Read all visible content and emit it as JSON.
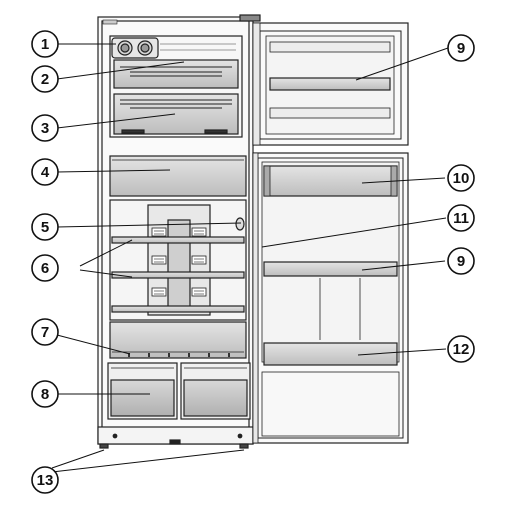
{
  "callouts": [
    {
      "id": "c1",
      "label": "1"
    },
    {
      "id": "c2",
      "label": "2"
    },
    {
      "id": "c3",
      "label": "3"
    },
    {
      "id": "c4",
      "label": "4"
    },
    {
      "id": "c5",
      "label": "5"
    },
    {
      "id": "c6",
      "label": "6"
    },
    {
      "id": "c7",
      "label": "7"
    },
    {
      "id": "c8",
      "label": "8"
    },
    {
      "id": "c9a",
      "label": "9"
    },
    {
      "id": "c9b",
      "label": "9"
    },
    {
      "id": "c10",
      "label": "10"
    },
    {
      "id": "c11",
      "label": "11"
    },
    {
      "id": "c12",
      "label": "12"
    },
    {
      "id": "c13",
      "label": "13"
    }
  ],
  "colors": {
    "outline": "#222222",
    "shelf_fill": "#d0d0d0",
    "dark_fill": "#b8b8b8",
    "light_fill": "#f2f2f2",
    "background": "#ffffff"
  }
}
